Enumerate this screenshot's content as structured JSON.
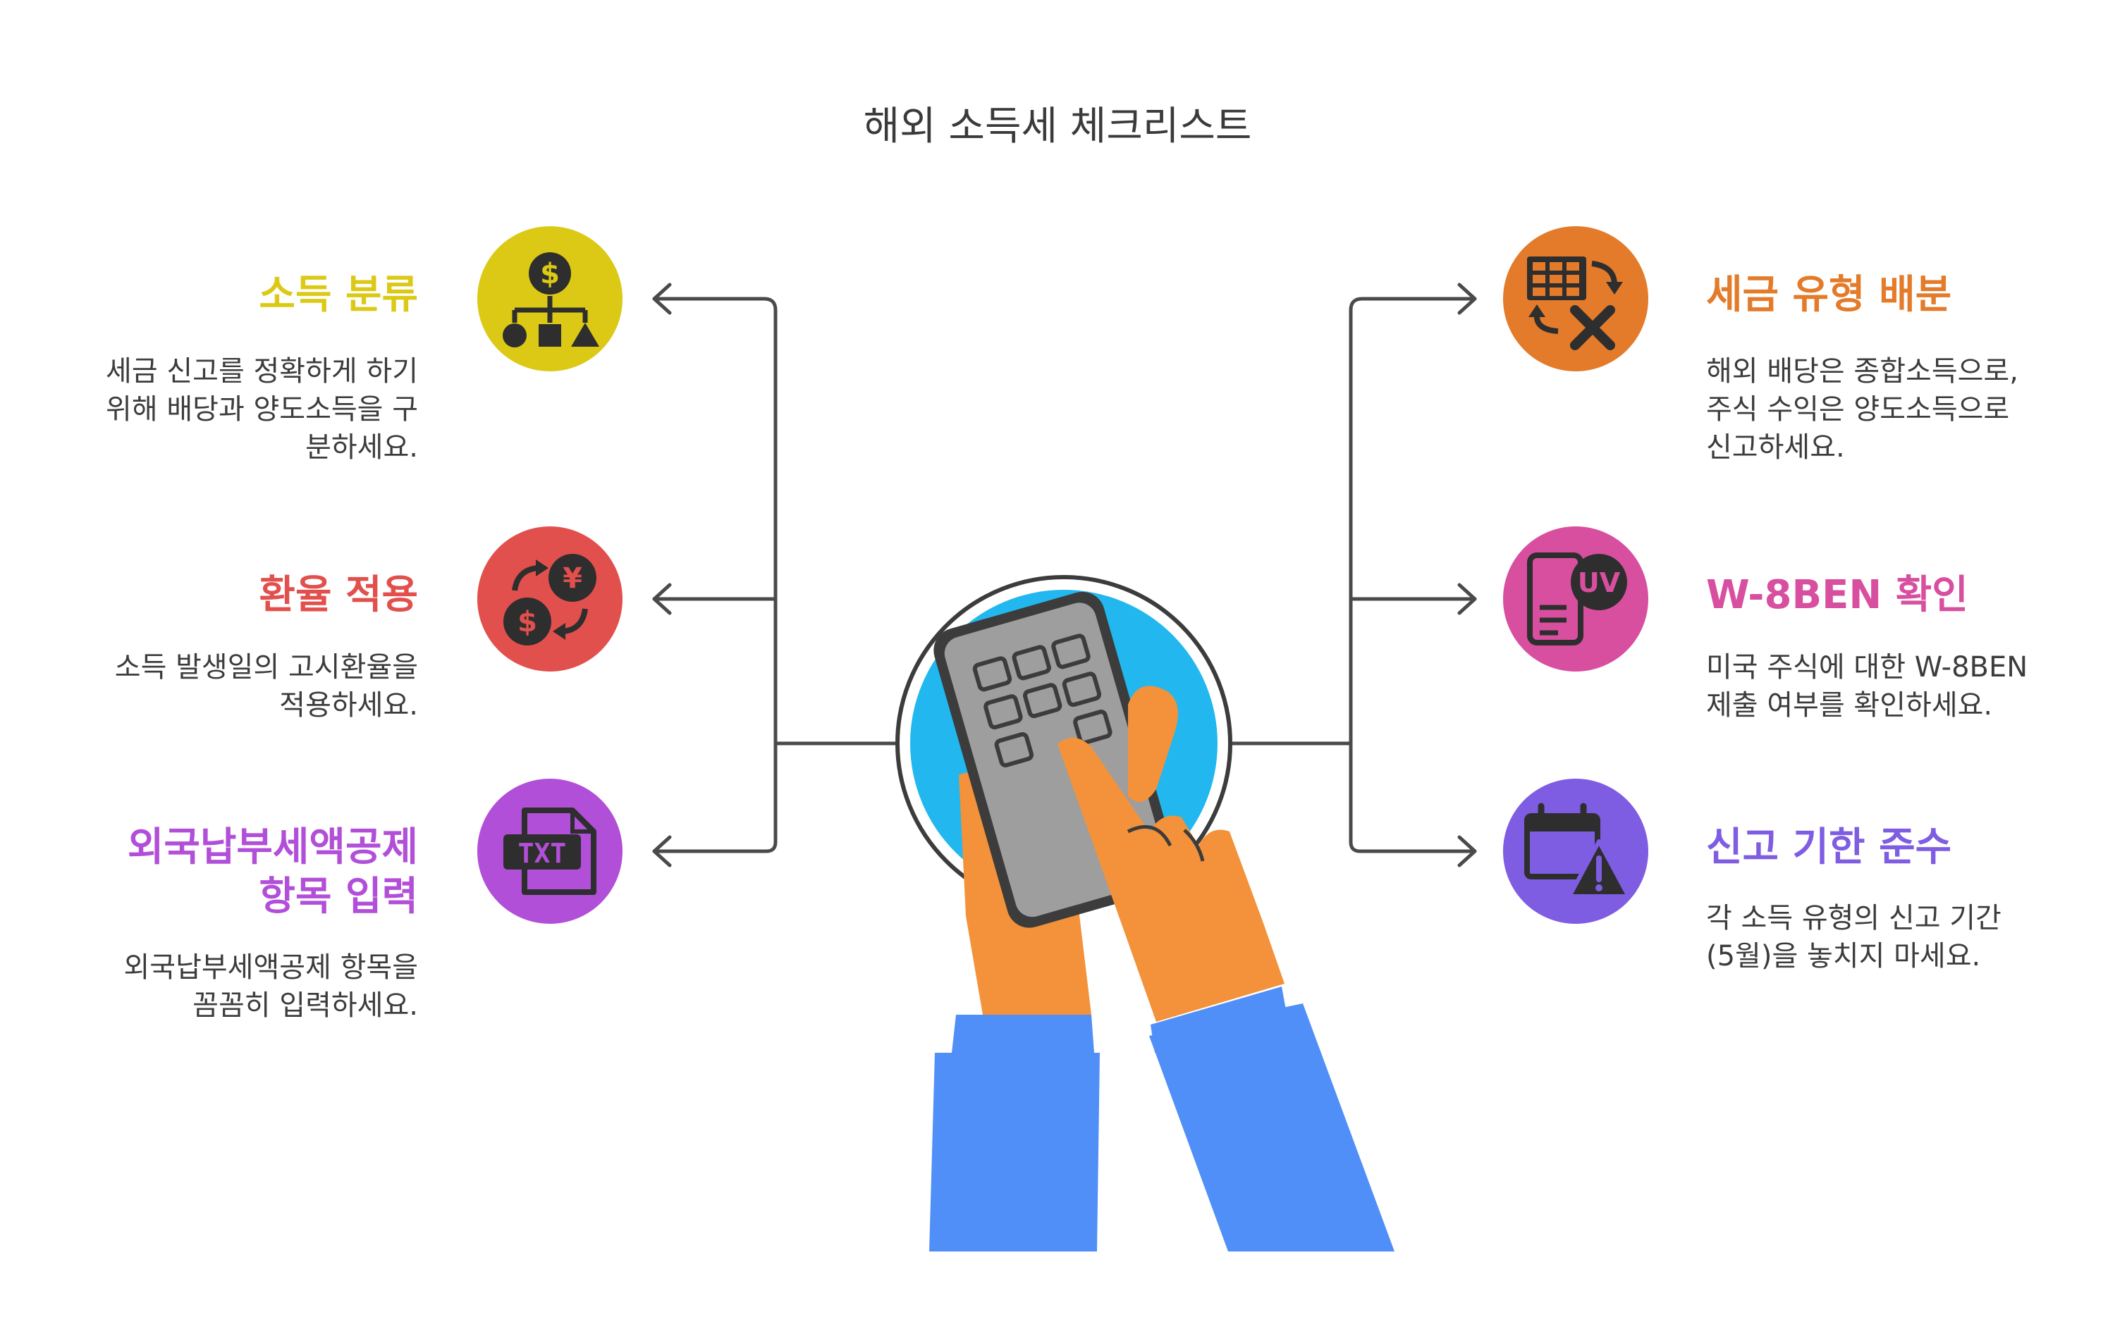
{
  "title": "해외 소득세 체크리스트",
  "colors": {
    "yellow": "#DCC915",
    "red": "#E2504D",
    "purple": "#B24FD8",
    "orange": "#E37B2A",
    "pink": "#D84FA0",
    "violet": "#7E5DE3",
    "connector": "#4a4a4a"
  },
  "left_items": [
    {
      "heading": "소득 분류",
      "desc_lines": [
        "세금 신고를 정확하게 하기",
        "위해 배당과 양도소득을 구",
        "분하세요."
      ],
      "icon": "income-classification-icon"
    },
    {
      "heading": "환율 적용",
      "desc_lines": [
        "소득 발생일의 고시환율을",
        "적용하세요."
      ],
      "icon": "currency-exchange-icon"
    },
    {
      "heading_lines": [
        "외국납부세액공제",
        "항목 입력"
      ],
      "desc_lines": [
        "외국납부세액공제 항목을",
        "꼼꼼히 입력하세요."
      ],
      "icon": "txt-file-icon"
    }
  ],
  "right_items": [
    {
      "heading": "세금 유형 배분",
      "desc_lines": [
        "해외 배당은 종합소득으로,",
        "주식 수익은 양도소득으로",
        "신고하세요."
      ],
      "icon": "tax-spreadsheet-icon"
    },
    {
      "heading": "W-8BEN 확인",
      "desc_lines": [
        "미국 주식에 대한 W-8BEN",
        "제출 여부를 확인하세요."
      ],
      "icon": "form-uv-icon"
    },
    {
      "heading": "신고 기한 준수",
      "desc_lines": [
        "각 소득 유형의 신고 기간",
        "(5월)을 놓치지 마세요."
      ],
      "icon": "calendar-warning-icon"
    }
  ],
  "center": {
    "icon": "hands-calculator-icon"
  }
}
